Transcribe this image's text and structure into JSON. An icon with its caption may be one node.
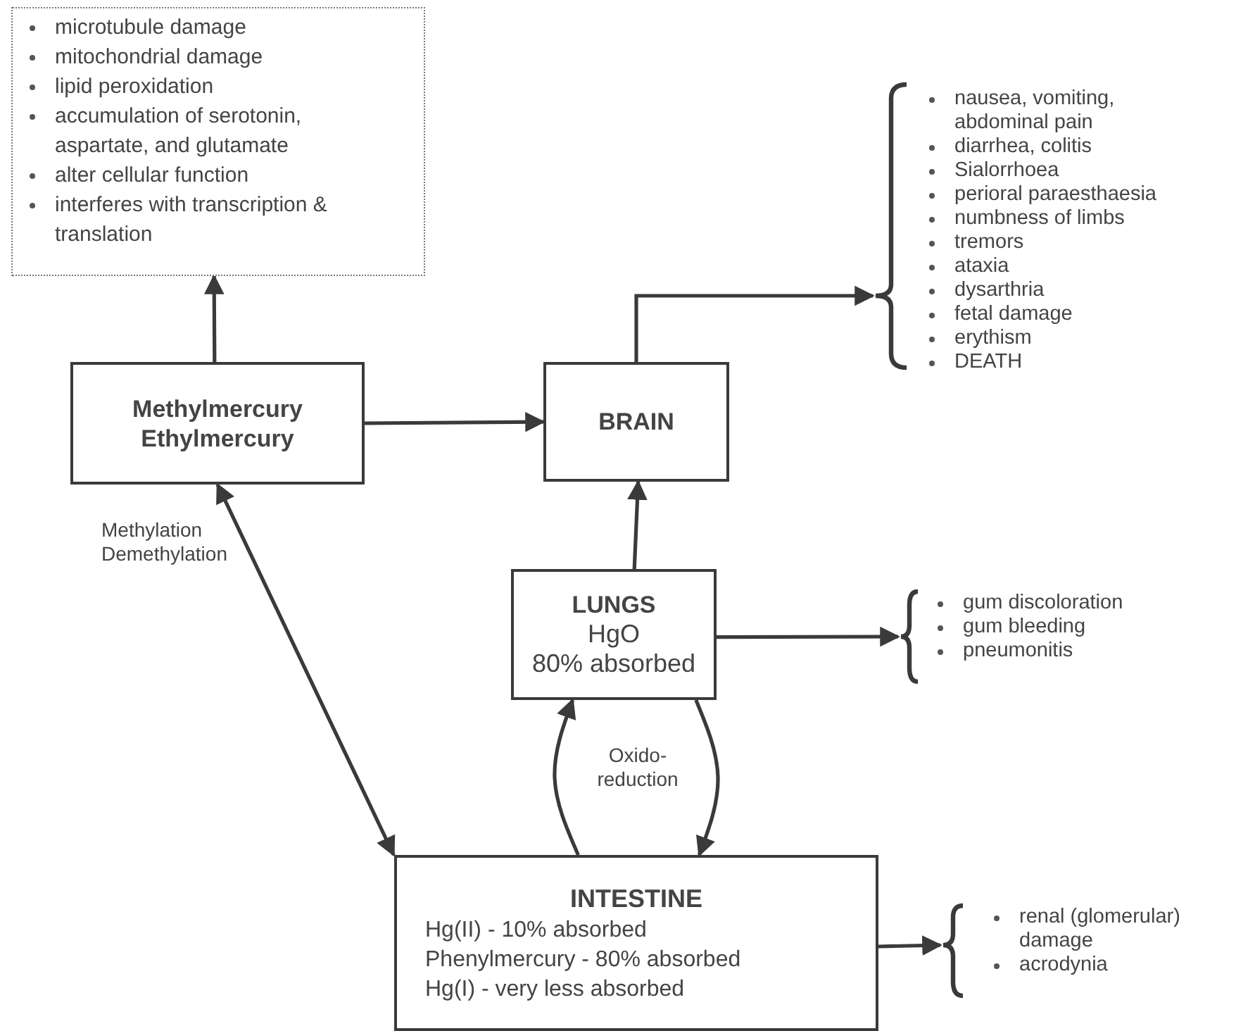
{
  "diagram": {
    "nodes": [
      {
        "text": [
          "microtubule damage",
          "mitochondrial damage",
          "lipid peroxidation",
          "accumulation of serotonin, aspartate, and glutamate",
          "alter cellular function",
          "interferes with transcription & translation"
        ]
      },
      {
        "text": [
          "Methylmercury Ethylmercury"
        ]
      },
      {
        "text": [
          "BRAIN"
        ]
      },
      {
        "text": [
          "nausea, vomiting, abdominal pain",
          "diarrhea, colitis",
          "Sialorrhoea",
          "perioral paraesthaesia",
          "numbness of limbs",
          "tremors",
          "ataxia",
          "dysarthria",
          "fetal damage",
          "erythism",
          "DEATH"
        ]
      },
      {
        "text": [
          "LUNGS",
          "HgO",
          "80% absorbed"
        ]
      },
      {
        "text": [
          "gum discoloration",
          "gum bleeding",
          "pneumonitis"
        ]
      },
      {
        "text": [
          "INTESTINE",
          "Hg(II) - 10% absorbed",
          "Phenylmercury - 80% absorbed",
          "Hg(I) - very less absorbed"
        ]
      },
      {
        "text": [
          "renal (glomerular) damage",
          "acrodynia"
        ]
      }
    ],
    "edges": [
      {
        "from": 1,
        "to": 0,
        "arrow": "to"
      },
      {
        "from": 1,
        "to": 2,
        "arrow": "to"
      },
      {
        "from": 2,
        "to": 3,
        "arrow": "to"
      },
      {
        "from": 4,
        "to": 2,
        "arrow": "to"
      },
      {
        "from": 4,
        "to": 5,
        "arrow": "to"
      },
      {
        "from": 1,
        "to": 6,
        "arrow": "both",
        "label": "Methylation Demethylation"
      },
      {
        "from": 6,
        "to": 4,
        "arrow": "to"
      },
      {
        "from": 4,
        "to": 6,
        "arrow": "to"
      },
      {
        "from": 6,
        "to": 7,
        "arrow": "to"
      }
    ],
    "labels": [
      "Oxido-reduction"
    ]
  }
}
